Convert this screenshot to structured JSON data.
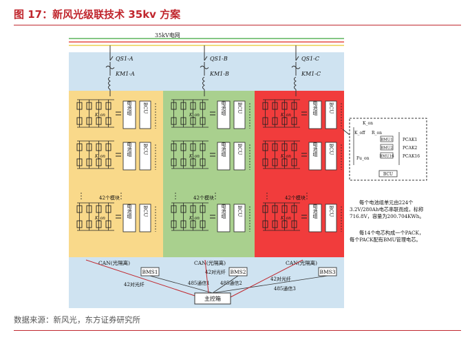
{
  "header": {
    "title": "图 17：新风光级联技术 35kv 方案"
  },
  "footer": {
    "source": "数据来源：新风光，东方证券研究所"
  },
  "diagram": {
    "grid_label": "35kV电网",
    "branches": [
      {
        "switch": "QS1-A",
        "breaker": "KM1-A",
        "bms": "BMS1",
        "can": "CAN(光隔离)",
        "fiber": "42对光纤",
        "comm": "485通信1",
        "color": "#f9d98a"
      },
      {
        "switch": "QS1-B",
        "breaker": "KM1-B",
        "bms": "BMS2",
        "can": "CAN(光隔离)",
        "fiber": "42对光纤",
        "comm": "485通信2",
        "color": "#a9d08e"
      },
      {
        "switch": "QS1-C",
        "breaker": "KM1-C",
        "bms": "BMS3",
        "can": "CAN(光隔离)",
        "fiber": "42对光纤",
        "comm": "485通信3",
        "color": "#f13c3c"
      }
    ],
    "module_battery": "电池组",
    "module_bcu": "BCU",
    "module_count": "42个模块",
    "kon": "K_on",
    "controller": "主控箱",
    "inset": {
      "k_on": "K_on",
      "k_off": "K_off",
      "r_on": "R_on",
      "fuse": "Fu_on",
      "packs": [
        "PCAK1",
        "PCAK2",
        "PCAK16"
      ],
      "bmus": [
        "BMU1",
        "BMU2",
        "BMU16"
      ],
      "bcu": "BCU"
    },
    "notes": [
      "每个电池组单元由224个3.2V/280Ah电芯串联而成，标称716.8V，容量为200.704KWh。",
      "每14个电芯构成一个PACK，每个PACK配有BMU管理电芯。"
    ]
  }
}
